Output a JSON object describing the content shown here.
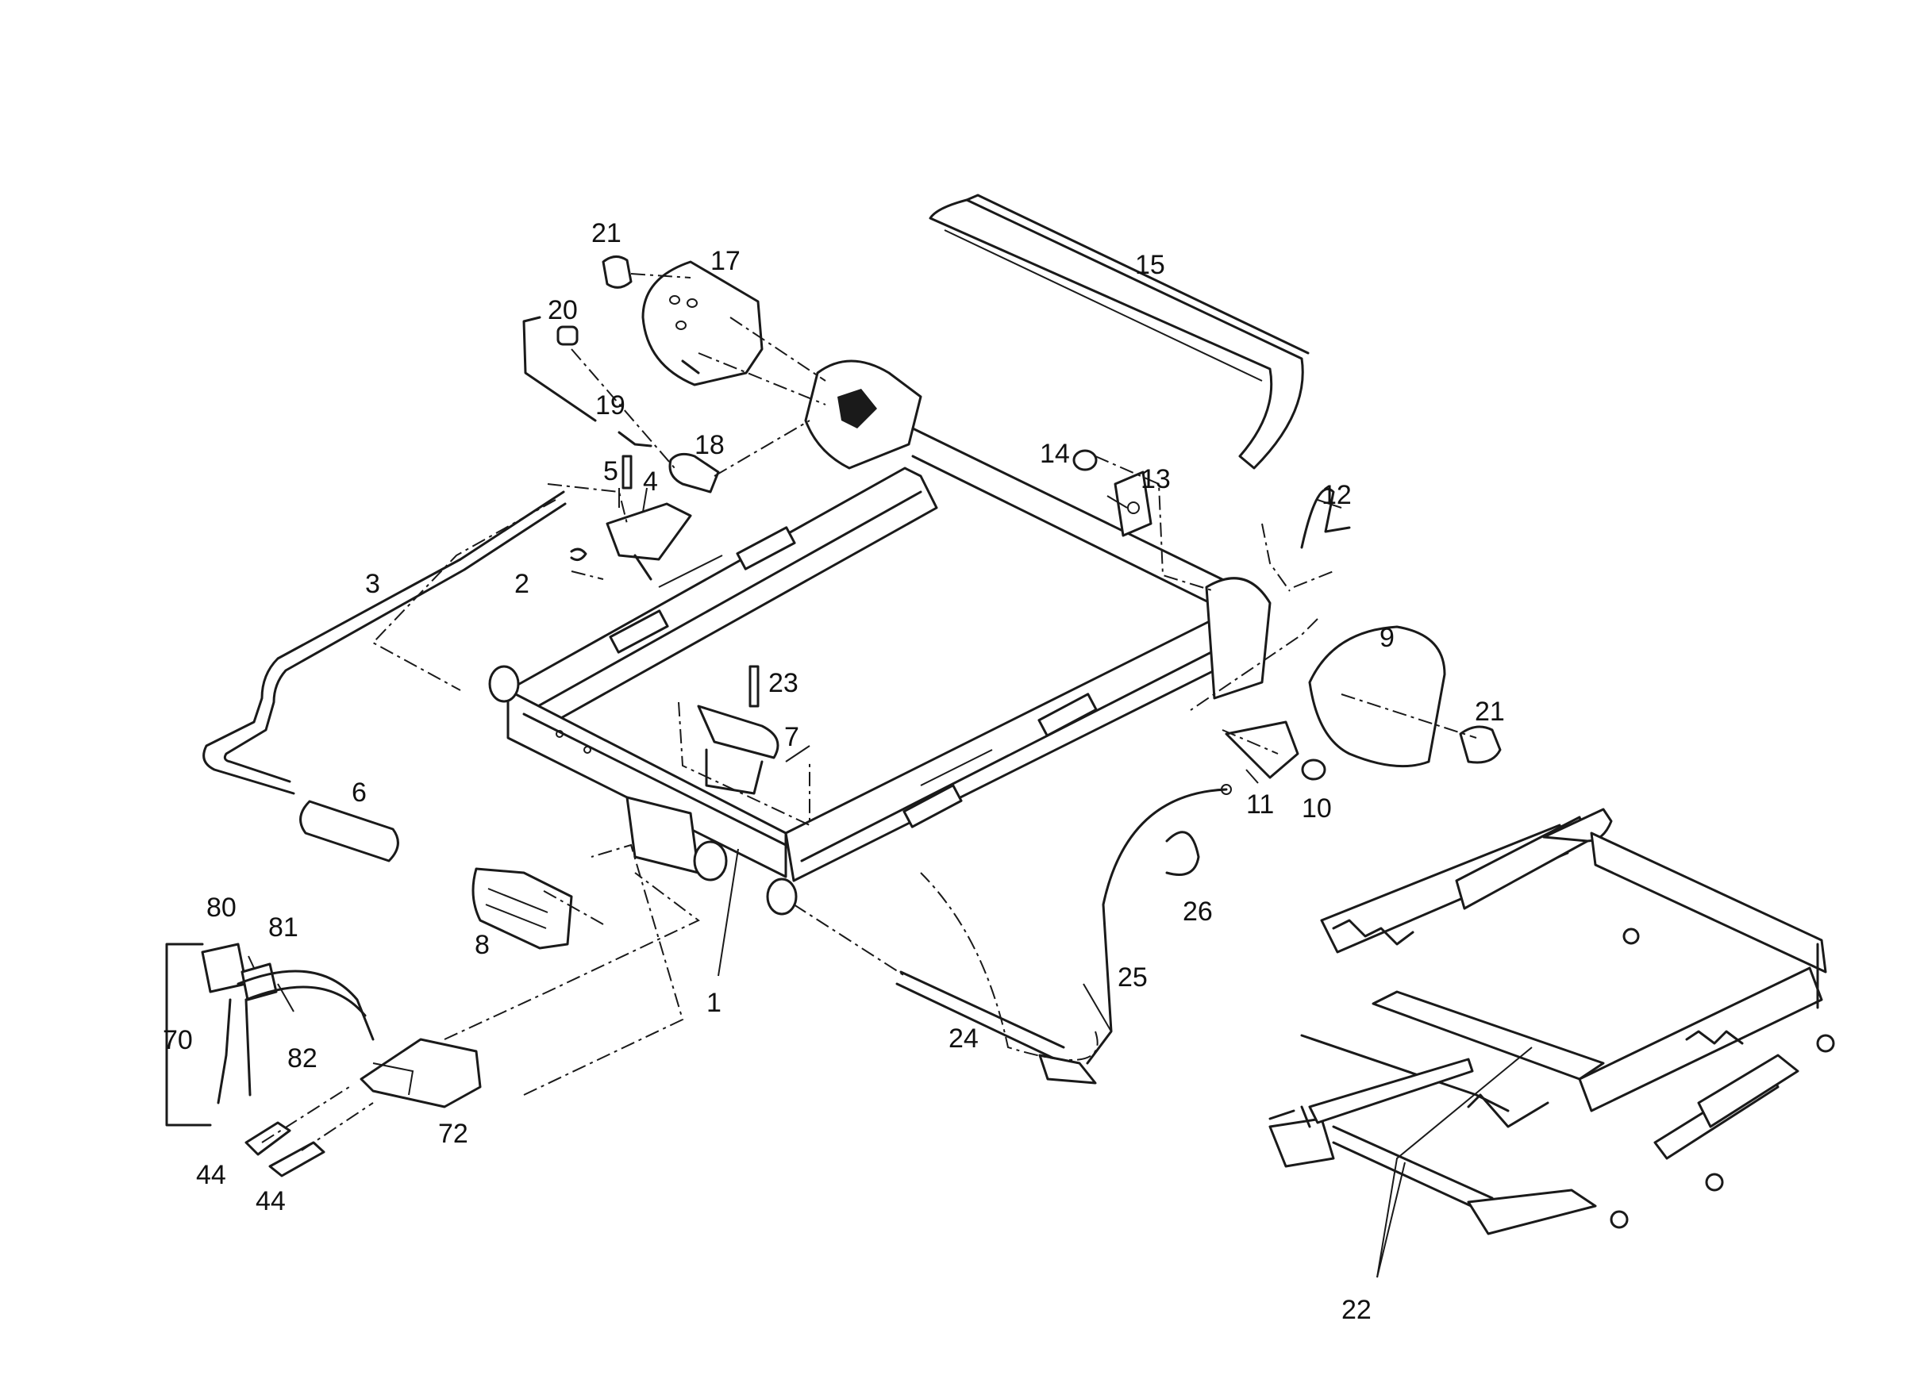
{
  "diagram": {
    "callouts": {
      "c1": "1",
      "c2": "2",
      "c3": "3",
      "c4": "4",
      "c5": "5",
      "c6": "6",
      "c7": "7",
      "c8": "8",
      "c9": "9",
      "c10": "10",
      "c11": "11",
      "c12": "12",
      "c13": "13",
      "c14": "14",
      "c15": "15",
      "c17": "17",
      "c18": "18",
      "c19": "19",
      "c20": "20",
      "c21a": "21",
      "c21b": "21",
      "c22": "22",
      "c23": "23",
      "c24": "24",
      "c25": "25",
      "c26": "26",
      "c44a": "44",
      "c44b": "44",
      "c70": "70",
      "c72": "72",
      "c80": "80",
      "c81": "81",
      "c82": "82"
    }
  }
}
